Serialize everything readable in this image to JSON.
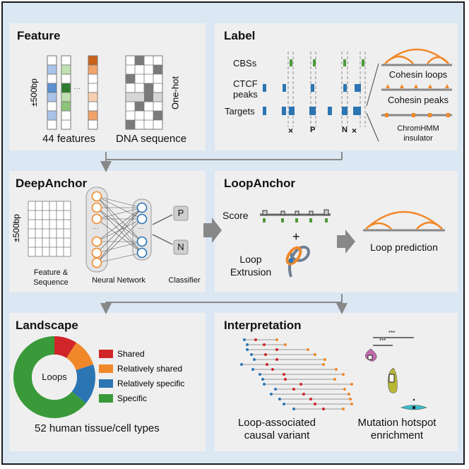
{
  "feature": {
    "title": "Feature",
    "bp_label": "±500bp",
    "ellipsis": "···",
    "features_caption": "44 features",
    "dna_caption": "DNA sequence",
    "onehot_label": "One-hot"
  },
  "label": {
    "title": "Label",
    "row_cbs": "CBSs",
    "row_ctcf": "CTCF\npeaks",
    "row_targets": "Targets",
    "mark_x1": "×",
    "mark_p": "P",
    "mark_n": "N",
    "mark_x2": "×",
    "cohesin_loops": "Cohesin loops",
    "cohesin_peaks": "Cohesin peaks",
    "chromhmm": "ChromHMM\ninsulator"
  },
  "deepanchor": {
    "title": "DeepAnchor",
    "bp_label": "±500bp",
    "input_caption": "Feature &\nSequence",
    "network_caption": "Neural Network",
    "classifier_caption": "Classifier",
    "out_p": "P",
    "out_n": "N",
    "dots": "···"
  },
  "loopanchor": {
    "title": "LoopAnchor",
    "score_label": "Score",
    "plus": "+",
    "extrusion_label": "Loop\nExtrusion",
    "prediction_label": "Loop prediction"
  },
  "landscape": {
    "title": "Landscape",
    "center_label": "Loops",
    "caption": "52 human tissue/cell types",
    "legend": [
      {
        "label": "Shared",
        "color": "#d0262a"
      },
      {
        "label": "Relatively shared",
        "color": "#f0882a"
      },
      {
        "label": "Relatively specific",
        "color": "#2b75b3"
      },
      {
        "label": "Specific",
        "color": "#3a9a3a"
      }
    ]
  },
  "interpretation": {
    "title": "Interpretation",
    "variant_caption": "Loop-associated\ncausal variant",
    "hotspot_caption": "Mutation hotspot\nenrichment",
    "sig1": "***",
    "sig2": "***"
  },
  "colors": {
    "frame_bg": "#dbe7f3",
    "panel_bg": "#efefef",
    "orange": "#f0882a",
    "blue": "#2b75b3",
    "green": "#3a9a3a",
    "gray": "#888888"
  }
}
